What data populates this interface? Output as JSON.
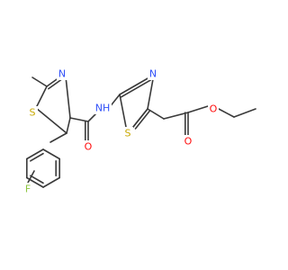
{
  "molecule": {
    "atoms": {
      "fluorine": "F",
      "thiazole_a_sulfur": "S",
      "thiazole_a_nitrogen": "N",
      "amide_oxygen": "O",
      "amide_nh": "NH",
      "thiazole_b_nitrogen": "N",
      "thiazole_b_sulfur": "S",
      "ester_carbonyl_oxygen": "O",
      "ester_ether_oxygen": "O"
    },
    "colors": {
      "bond": "#3a3a3a",
      "fluorine": "#8cc63f",
      "sulfur": "#c8a800",
      "nitrogen": "#3050f8",
      "oxygen": "#ff0d0d"
    }
  }
}
